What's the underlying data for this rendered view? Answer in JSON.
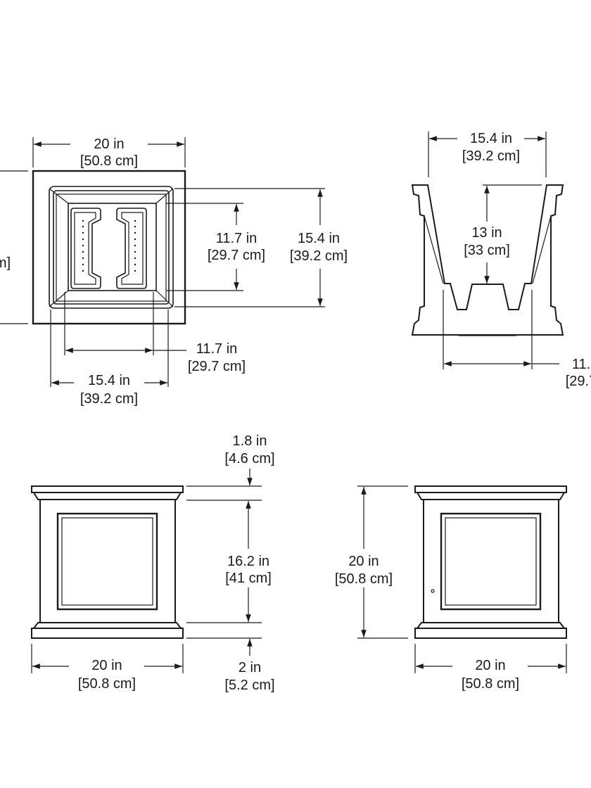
{
  "top_view": {
    "overall_width": {
      "imperial": "20 in",
      "metric": "[50.8 cm]"
    },
    "overall_depth_cut": {
      "metric": "m]"
    },
    "inner_bottom_depth": {
      "imperial": "11.7 in",
      "metric": "[29.7 cm]"
    },
    "inner_top_depth": {
      "imperial": "15.4 in",
      "metric": "[39.2 cm]"
    },
    "inner_bottom_width": {
      "imperial": "11.7 in",
      "metric": "[29.7 cm]"
    },
    "inner_top_width": {
      "imperial": "15.4 in",
      "metric": "[39.2 cm]"
    }
  },
  "section_view": {
    "top_opening": {
      "imperial": "15.4 in",
      "metric": "[39.2 cm]"
    },
    "inner_depth": {
      "imperial": "13 in",
      "metric": "[33 cm]"
    },
    "bottom_width_cut": {
      "imperial": "11.",
      "metric": "[29.7"
    }
  },
  "front_view": {
    "cap_height": {
      "imperial": "1.8 in",
      "metric": "[4.6 cm]"
    },
    "body_height": {
      "imperial": "16.2 in",
      "metric": "[41 cm]"
    },
    "base_height": {
      "imperial": "2 in",
      "metric": "[5.2 cm]"
    },
    "width": {
      "imperial": "20 in",
      "metric": "[50.8 cm]"
    }
  },
  "side_view": {
    "height": {
      "imperial": "20 in",
      "metric": "[50.8 cm]"
    },
    "width": {
      "imperial": "20 in",
      "metric": "[50.8 cm]"
    }
  }
}
